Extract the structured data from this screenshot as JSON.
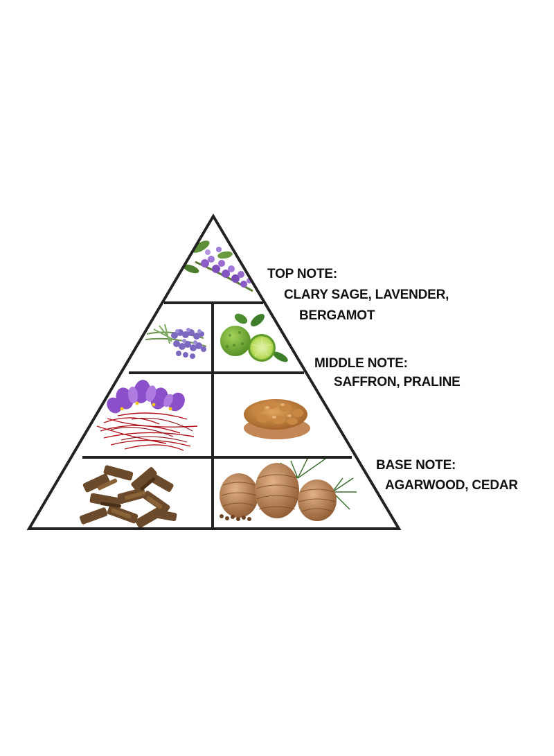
{
  "notes": {
    "top": {
      "heading": "TOP NOTE:",
      "line1": "CLARY SAGE, LAVENDER,",
      "line2": "BERGAMOT",
      "ingredients": [
        "clary-sage",
        "lavender",
        "bergamot"
      ]
    },
    "middle": {
      "heading": "MIDDLE NOTE:",
      "line1": "SAFFRON, PRALINE",
      "ingredients": [
        "saffron",
        "praline"
      ]
    },
    "base": {
      "heading": "BASE NOTE:",
      "line1": "AGARWOOD, CEDAR",
      "ingredients": [
        "agarwood",
        "cedar"
      ]
    }
  },
  "colors": {
    "outline": "#222222",
    "text": "#111111",
    "background": "#ffffff"
  }
}
